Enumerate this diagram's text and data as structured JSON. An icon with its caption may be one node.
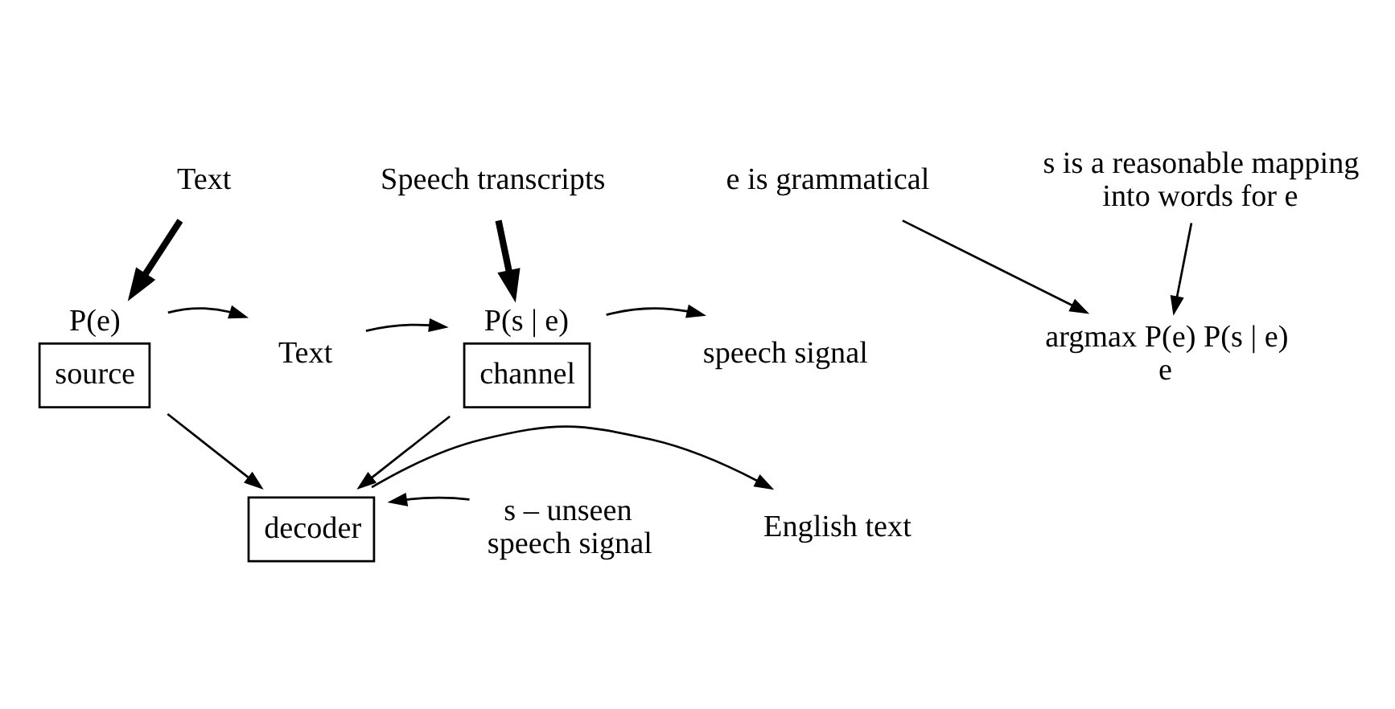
{
  "diagram": {
    "nodes": [
      {
        "text": [
          "Text"
        ]
      },
      {
        "text": [
          "P(e)",
          "source"
        ]
      },
      {
        "text": [
          "Text"
        ]
      },
      {
        "text": [
          "Speech transcripts"
        ]
      },
      {
        "text": [
          "P(s | e)",
          "channel"
        ]
      },
      {
        "text": [
          "speech signal"
        ]
      },
      {
        "text": [
          "decoder"
        ]
      },
      {
        "text": [
          "English text"
        ]
      },
      {
        "text": [
          "s – unseen speech signal"
        ]
      },
      {
        "text": [
          "argmax P(e) P(s | e) e"
        ]
      },
      {
        "text": [
          "e is grammatical"
        ]
      },
      {
        "text": [
          "s is a reasonable mapping into words for e"
        ]
      }
    ],
    "edges": [
      {
        "from": 0,
        "to": 1,
        "arrow": "to",
        "style": "thick"
      },
      {
        "from": 1,
        "to": 2,
        "arrow": "to"
      },
      {
        "from": 2,
        "to": 4,
        "arrow": "to"
      },
      {
        "from": 3,
        "to": 4,
        "arrow": "to",
        "style": "thick"
      },
      {
        "from": 4,
        "to": 5,
        "arrow": "to"
      },
      {
        "from": 1,
        "to": 6,
        "arrow": "to"
      },
      {
        "from": 4,
        "to": 6,
        "arrow": "to"
      },
      {
        "from": 6,
        "to": 7,
        "arrow": "to"
      },
      {
        "from": 8,
        "to": 6,
        "arrow": "to"
      },
      {
        "from": 10,
        "to": 9,
        "arrow": "to"
      },
      {
        "from": 11,
        "to": 9,
        "arrow": "to"
      }
    ]
  }
}
